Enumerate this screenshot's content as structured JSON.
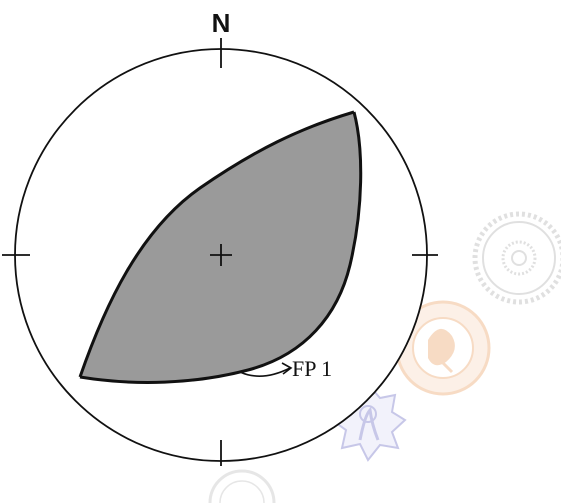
{
  "diagram": {
    "north_label": "N",
    "fault_plane_label": "FP 1"
  },
  "colors": {
    "outline": "#111111",
    "compressional_fill": "#9a9a9a",
    "background": "#ffffff",
    "watermark_orange": "#f2c49e",
    "watermark_blue": "#9a9ad6",
    "watermark_gray": "#c8c8c8"
  },
  "icons": {
    "north_arrow": "north-tick",
    "center_mark": "plus",
    "watermarks": [
      "institute-seal-gray",
      "institute-seal-orange",
      "institute-seal-blue",
      "institute-seal-faint"
    ]
  }
}
